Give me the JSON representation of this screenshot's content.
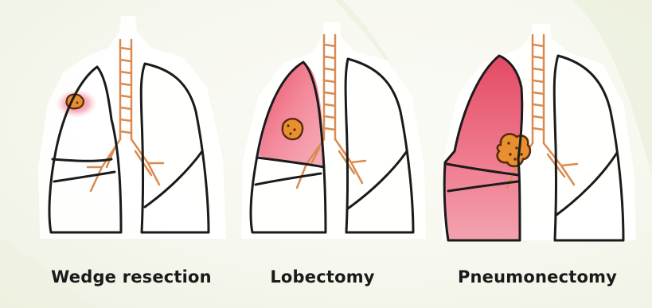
{
  "figure": {
    "panels": [
      {
        "id": "wedge",
        "label": "Wedge resection"
      },
      {
        "id": "lobectomy",
        "label": "Lobectomy"
      },
      {
        "id": "pneumonectomy",
        "label": "Pneumonectomy"
      }
    ],
    "colors": {
      "outline": "#1b1b1b",
      "airway": "#d98b52",
      "resected_tissue": "#e84a63",
      "tumor": "#e89030",
      "tumor_outline": "#5a2a10",
      "background": "#f6f7ee"
    }
  }
}
